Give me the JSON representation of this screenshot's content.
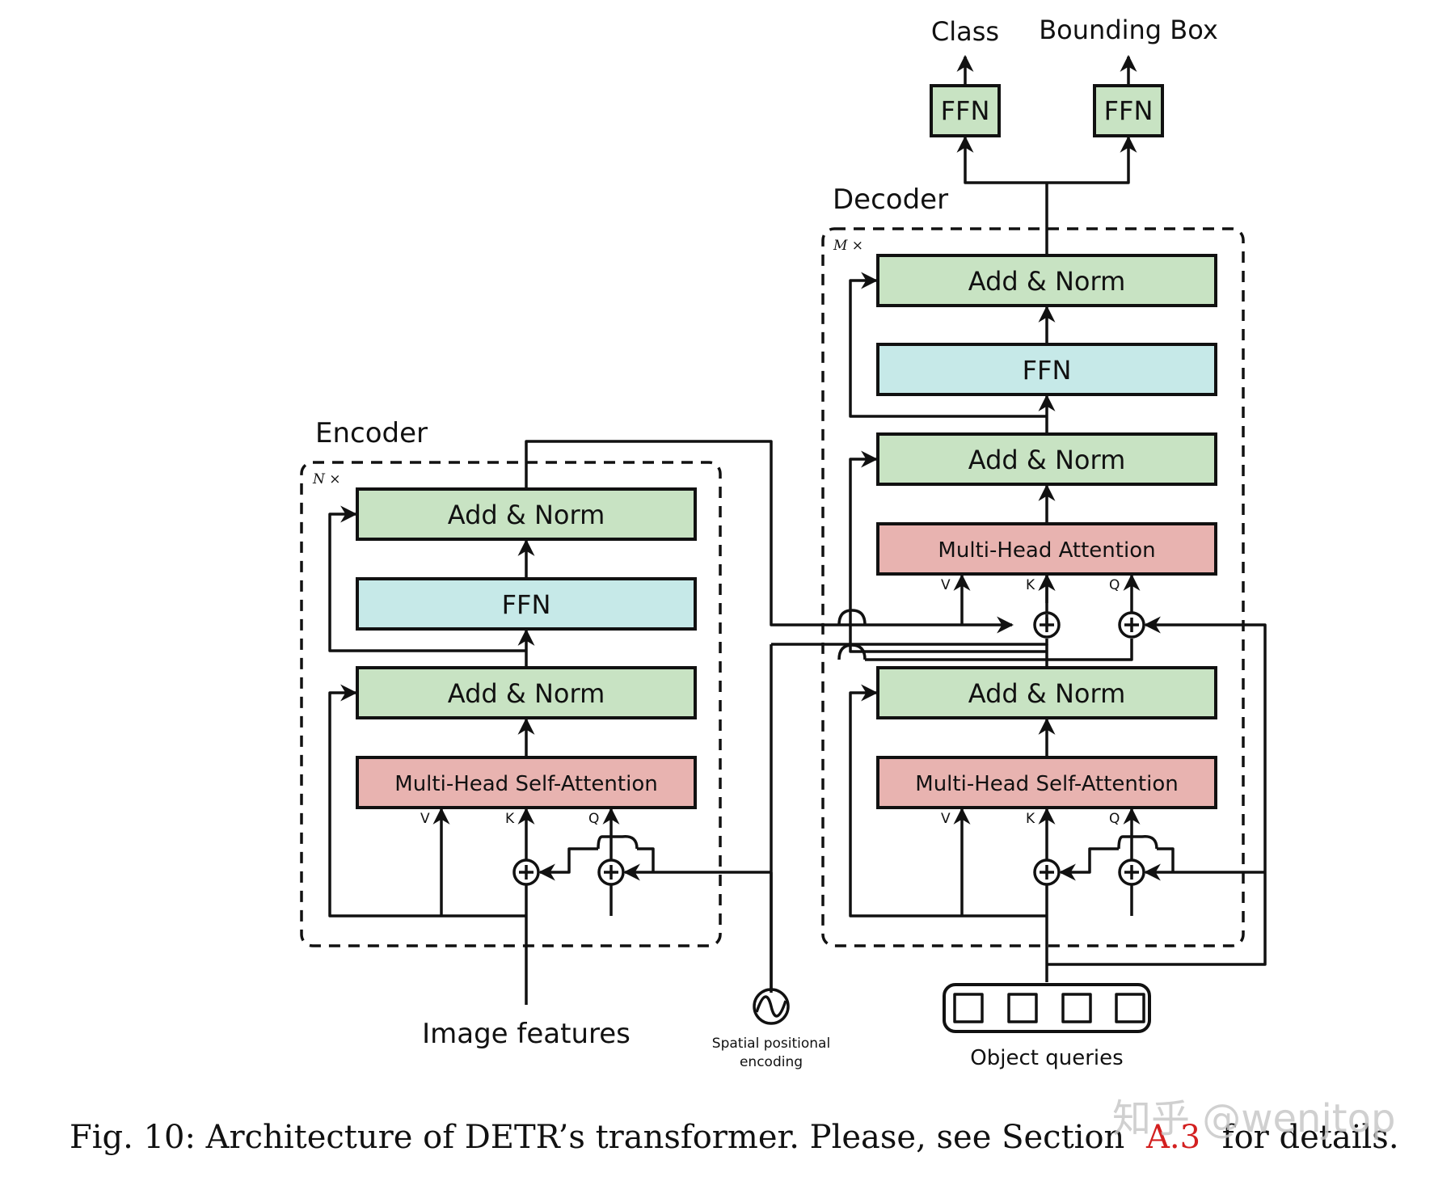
{
  "colors": {
    "add_norm": "#c8e3c3",
    "ffn_block": "#c6e9e8",
    "attention": "#e8b3b0",
    "query_1": "#1f6fb5",
    "query_2": "#e0960f",
    "query_3": "#119c6f",
    "query_4": "#db6212",
    "caption_ref": "#d32020"
  },
  "encoder": {
    "title": "Encoder",
    "repeat": "N ×",
    "add_norm_top": "Add & Norm",
    "ffn": "FFN",
    "add_norm_bottom": "Add & Norm",
    "self_attention": "Multi-Head  Self-Attention",
    "v": "V",
    "k": "K",
    "q": "Q"
  },
  "decoder": {
    "title": "Decoder",
    "repeat": "M ×",
    "add_norm_top": "Add & Norm",
    "ffn": "FFN",
    "add_norm_mid": "Add & Norm",
    "cross_attention": "Multi-Head  Attention",
    "add_norm_bottom": "Add & Norm",
    "self_attention": "Multi-Head  Self-Attention",
    "v": "V",
    "k": "K",
    "q": "Q"
  },
  "heads": {
    "ffn_class": "FFN",
    "ffn_box": "FFN",
    "class_label": "Class",
    "box_label": "Bounding Box"
  },
  "inputs": {
    "image_features": "Image features",
    "pos_encoding_line1": "Spatial  positional",
    "pos_encoding_line2": "encoding",
    "object_queries": "Object queries"
  },
  "caption": {
    "text_before": "Fig. 10: Architecture of DETR’s transformer. Please, see Section",
    "ref": "A.3",
    "text_after": "for details."
  },
  "watermark": "知乎 @wenjtop"
}
